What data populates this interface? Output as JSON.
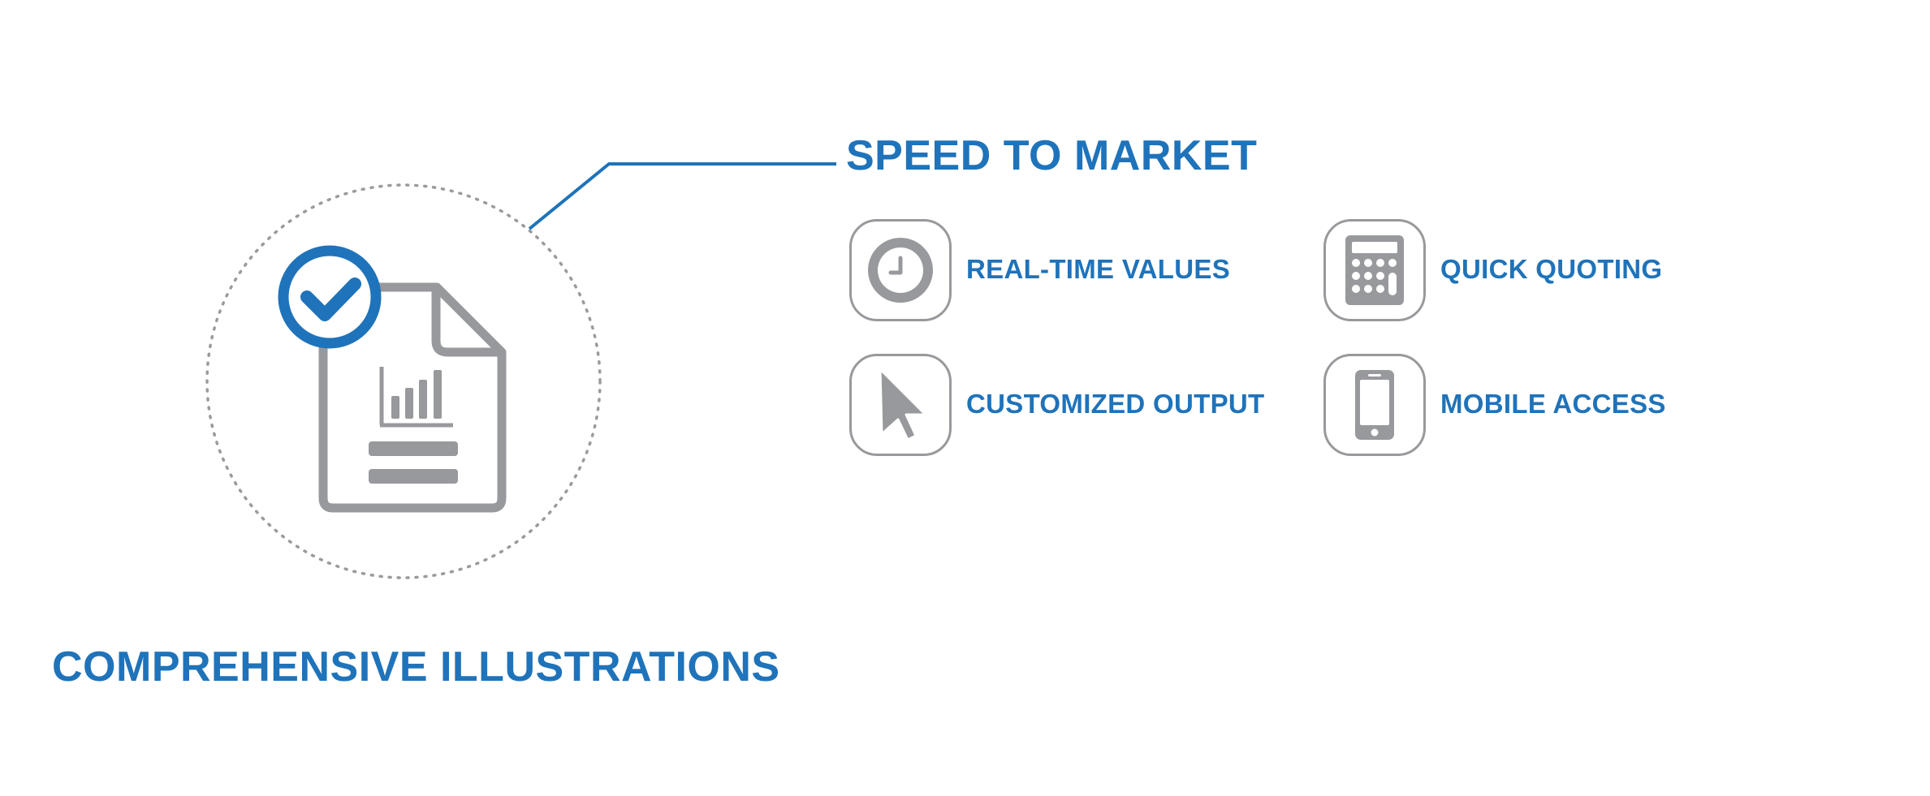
{
  "main": {
    "title": "COMPREHENSIVE ILLUSTRATIONS",
    "icon": "document-chart-check-icon"
  },
  "section": {
    "title": "SPEED TO MARKET"
  },
  "features": [
    {
      "label": "REAL-TIME VALUES",
      "icon": "clock-icon"
    },
    {
      "label": "QUICK QUOTING",
      "icon": "calculator-icon"
    },
    {
      "label": "CUSTOMIZED OUTPUT",
      "icon": "cursor-arrow-icon"
    },
    {
      "label": "MOBILE ACCESS",
      "icon": "mobile-phone-icon"
    }
  ],
  "colors": {
    "accent": "#1f73ba",
    "icon_gray": "#98999c",
    "dotted_circle": "#9a9b9e"
  }
}
